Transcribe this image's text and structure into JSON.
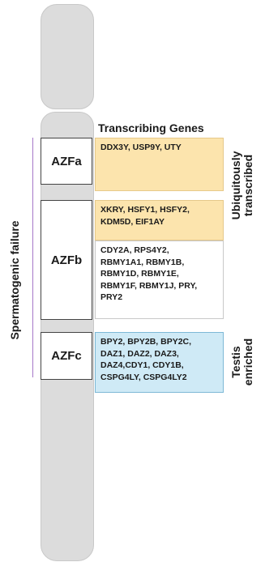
{
  "header": "Transcribing Genes",
  "regions": {
    "azfa": "AZFa",
    "azfb": "AZFb",
    "azfc": "AZFc"
  },
  "genes": {
    "azfa": "DDX3Y, USP9Y, UTY",
    "azfb_ubiquitous": "XKRY, HSFY1, HSFY2,\nKDM5D, EIF1AY",
    "azfb_other": "CDY2A, RPS4Y2,\nRBMY1A1, RBMY1B,\nRBMY1D, RBMY1E,\nRBMY1F, RBMY1J, PRY,\nPRY2",
    "azfc": "BPY2, BPY2B, BPY2C,\nDAZ1, DAZ2, DAZ3,\nDAZ4,CDY1, CDY1B,\nCSPG4LY, CSPG4LY2"
  },
  "side_labels": {
    "ubiquitous": "Ubiquitously\ntranscribed",
    "testis": "Testis\nenriched",
    "failure": "Spermatogenic failure"
  },
  "colors": {
    "ubiquitous": "#fce4ad",
    "testis": "#cfeaf6",
    "chromosome": "#dcdcdc",
    "failure_line": "#a678c8"
  }
}
